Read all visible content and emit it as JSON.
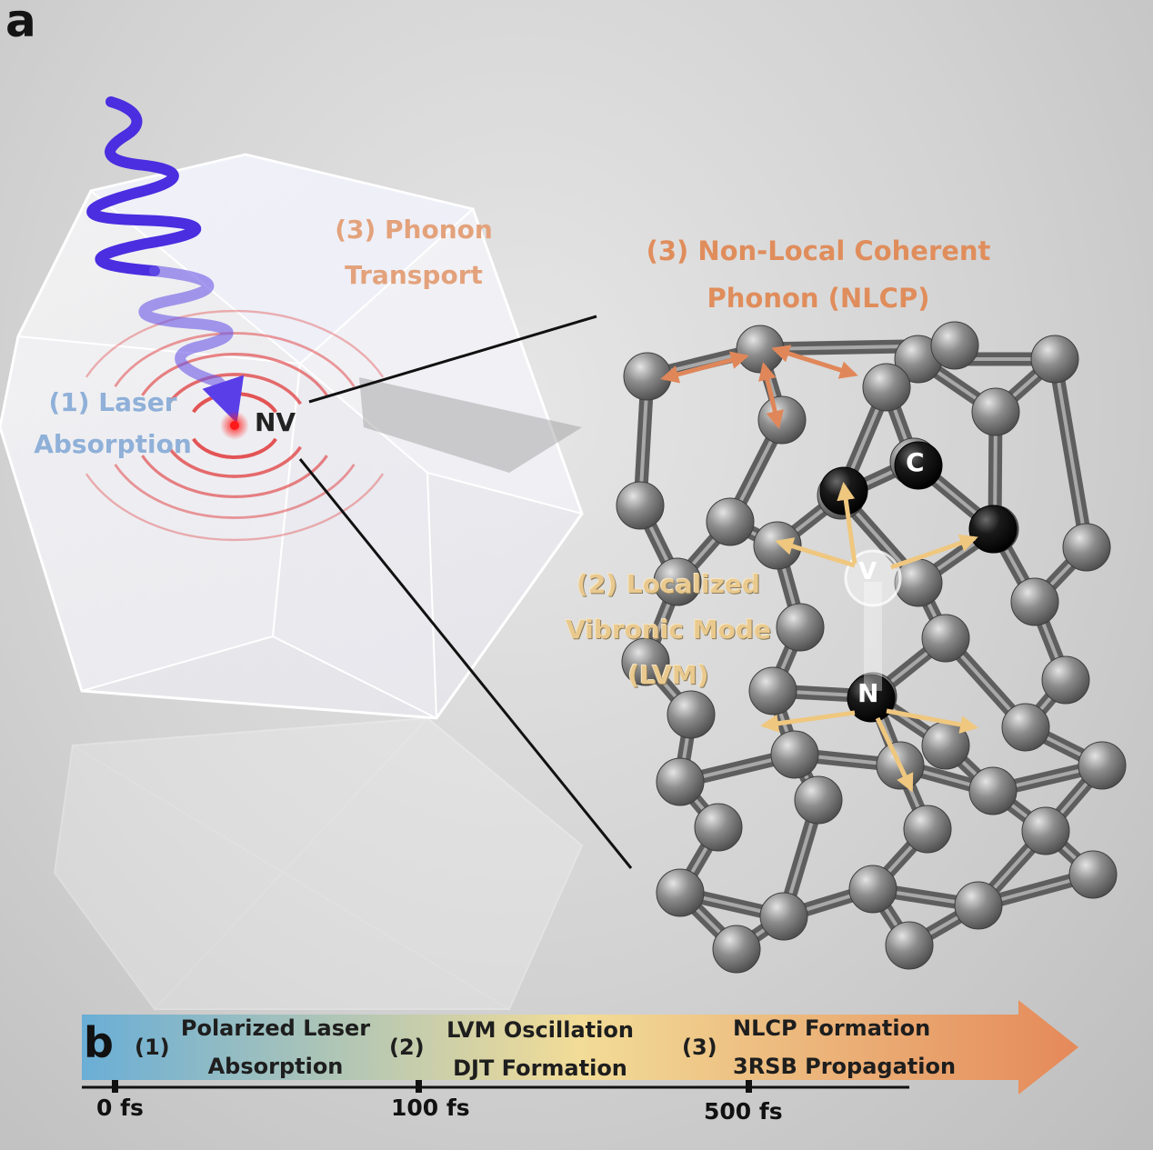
{
  "panel_a": {
    "letter": "a"
  },
  "labels": {
    "laser_absorption": [
      "(1) Laser",
      "Absorption"
    ],
    "phonon_transport": [
      "(3) Phonon",
      "Transport"
    ],
    "nlcp": [
      "(3) Non-Local Coherent",
      "Phonon (NLCP)"
    ],
    "lvm": [
      "(2) Localized",
      "Vibronic Mode",
      "(LVM)"
    ],
    "nv": "NV",
    "atom_c": "C",
    "atom_v": "V",
    "atom_n": "N"
  },
  "colors": {
    "laser_label": "#8fb0d8",
    "phonon_label": "#e3a27b",
    "nlcp_label": "#e08d5c",
    "lvm_label": "#e9c98e",
    "laser_wave": "#4a2ee0",
    "phonon_rings": "#e0383a",
    "lattice_atom": "#7d7d7d",
    "defect_atom": "#151515",
    "timeline_start": "#6aaed6",
    "timeline_mid": "#f2dc97",
    "timeline_end": "#e5895a"
  },
  "panel_b": {
    "letter": "b",
    "steps": [
      {
        "num": "(1)",
        "lines": [
          "Polarized Laser",
          "Absorption"
        ]
      },
      {
        "num": "(2)",
        "lines": [
          "LVM Oscillation",
          "DJT Formation"
        ]
      },
      {
        "num": "(3)",
        "lines": [
          "NLCP Formation",
          "3RSB Propagation"
        ]
      }
    ],
    "ticks": [
      "0 fs",
      "100 fs",
      "500 fs"
    ]
  }
}
